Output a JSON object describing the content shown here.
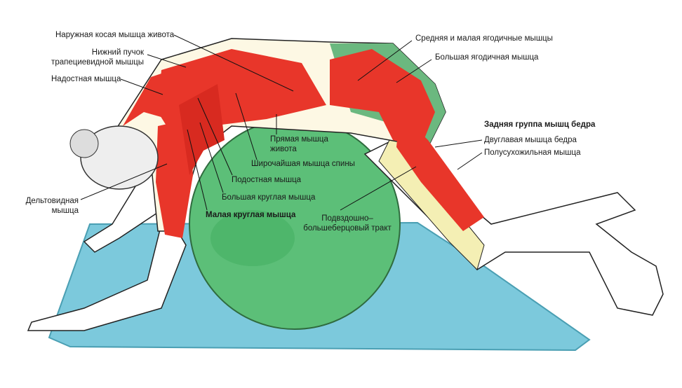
{
  "title": "Мышцы, задействованные в упражнении на фитболе",
  "colors": {
    "muscle": "#e8362a",
    "ball": "#5cbf78",
    "mat": "#7cc9dc",
    "tendon": "#f4efb4",
    "skin": "#fdf8e4"
  },
  "labels": {
    "external_oblique": "Наружная косая мышца живота",
    "lower_trapezius_1": "Нижний пучок",
    "lower_trapezius_2": "трапециевидной мышцы",
    "supraspinatus": "Надостная мышца",
    "deltoid_1": "Дельтовидная",
    "deltoid_2": "мышца",
    "rectus_abdominis_1": "Прямая мышца",
    "rectus_abdominis_2": "живота",
    "latissimus_dorsi": "Широчайшая мышца спины",
    "infraspinatus": "Подостная мышца",
    "teres_major": "Большая круглая мышца",
    "teres_minor": "Малая круглая мышца",
    "iliotibial_1": "Подвздошно–",
    "iliotibial_2": "большеберцовый тракт",
    "gluteus_med_min": "Средняя и малая ягодичные мышцы",
    "gluteus_maximus": "Большая ягодичная мышца",
    "hamstrings_group": "Задняя группа мышц бедра",
    "biceps_femoris": "Двуглавая мышца бедра",
    "semitendinosus": "Полусухожильная мышца"
  }
}
